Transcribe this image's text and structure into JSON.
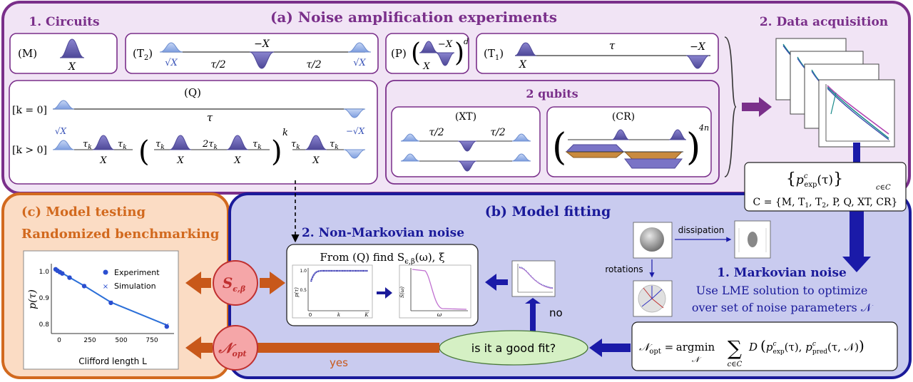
{
  "panel_a": {
    "title": "(a) Noise amplification experiments",
    "circuits_title": "1. Circuits",
    "data_acq_title": "2. Data acquisition",
    "circuit_M": {
      "label": "(M)",
      "gate": "X"
    },
    "circuit_T2": {
      "label": "(T",
      "sub": "2",
      "close": ")",
      "sqrt_left": "√X",
      "tau_left": "τ/2",
      "minus_x": "−X",
      "tau_right": "τ/2",
      "sqrt_right": "√X"
    },
    "circuit_P": {
      "label": "(P)",
      "gate_x": "X",
      "gate_mx": "−X",
      "power": "d"
    },
    "circuit_T1": {
      "label": "(T",
      "sub": "1",
      "close": ")",
      "gate_x": "X",
      "tau": "τ",
      "gate_mx": "−X"
    },
    "circuit_Q": {
      "label": "(Q)",
      "k0": "[k = 0]",
      "tau": "τ",
      "kpos": "[k > 0]",
      "sqrt_left": "√X",
      "tau_k": "τ",
      "tau_k_sub": "k",
      "x": "X",
      "two_tau_k": "2τ",
      "power_k": "k",
      "minus_sqrt": "−√X"
    },
    "two_qubits": {
      "title": "2 qubits",
      "xt_label": "(XT)",
      "xt_tau_left": "τ/2",
      "xt_tau_right": "τ/2",
      "cr_label": "(CR)",
      "cr_power": "4n"
    },
    "dataset": {
      "p_symbol": "p",
      "p_sup": "c",
      "p_sub": "exp",
      "tau_arg": "(τ)",
      "index": "c∈C",
      "set_eq": "C = {M, T",
      "set_t1": "1",
      "set_mid": ", T",
      "set_t2": "2",
      "set_rest": ", P, Q, XT, CR}"
    }
  },
  "panel_b": {
    "title": "(b) Model fitting",
    "non_markov_title": "2. Non-Markovian noise",
    "from_q_text": "From (Q) find S",
    "from_q_sub": "ϵ,β",
    "from_q_rest": "(ω), ξ",
    "plot_left": {
      "ylabel": "p(τ)",
      "xtick_0": "0",
      "xtick_k": "k",
      "xtick_K": "K",
      "ytick_1": "1.0",
      "ytick_05": "0.5"
    },
    "plot_right": {
      "ylabel": "S(ω)",
      "xlabel": "ω"
    },
    "markov_title": "1. Markovian noise",
    "markov_text_1": "Use LME solution to optimize",
    "markov_text_2": "over set of noise parameters 𝒩",
    "dissipation_label": "dissipation",
    "rotations_label": "rotations",
    "no_label": "no",
    "yes_label": "yes",
    "decision_label": "is it a good fit?",
    "formula": {
      "lhs": "𝒩",
      "lhs_sub": "opt",
      "eq": " = ",
      "argmin": "argmin",
      "argmin_sub": "𝒩",
      "sum": "∑",
      "sum_sub": "c∈C",
      "D": "D",
      "p1": "p",
      "p1_sup": "c",
      "p1_sub": "exp",
      "p1_arg": "(τ), ",
      "p2": "p",
      "p2_sup": "c",
      "p2_sub": "pred",
      "p2_arg": "(τ, 𝒩)"
    }
  },
  "panel_c": {
    "title": "(c) Model testing",
    "subtitle": "Randomized benchmarking",
    "ylabel": "p(τ)",
    "xlabel": "Clifford length L",
    "legend_experiment": "Experiment",
    "legend_simulation": "Simulation",
    "yticks": [
      "1.0",
      "0.9",
      "0.8"
    ],
    "xticks": [
      "0",
      "250",
      "500",
      "750"
    ],
    "s_badge": "S",
    "s_badge_sub": "ϵ,β",
    "n_badge": "𝒩",
    "n_badge_sub": "opt"
  },
  "chart_data": {
    "type": "scatter",
    "series": [
      {
        "name": "Experiment",
        "x": [
          5,
          20,
          40,
          60,
          120,
          240,
          460,
          920
        ],
        "y": [
          0.99,
          0.985,
          0.98,
          0.975,
          0.96,
          0.93,
          0.87,
          0.785
        ]
      },
      {
        "name": "Simulation",
        "x": [
          5,
          20,
          40,
          60,
          120,
          240,
          460,
          920
        ],
        "y": [
          0.99,
          0.986,
          0.981,
          0.976,
          0.961,
          0.931,
          0.872,
          0.79
        ]
      }
    ],
    "xlabel": "Clifford length L",
    "ylabel": "p(τ)",
    "xlim": [
      -30,
      980
    ],
    "ylim": [
      0.76,
      1.01
    ]
  },
  "colors": {
    "purple_border": "#7a2f8a",
    "purple_fill": "#f1e4f5",
    "blue_border": "#1a1a9a",
    "blue_fill": "#c9cbef",
    "orange_border": "#d2691e",
    "orange_fill": "#fbdcc4",
    "arrow_orange": "#c8581a",
    "arrow_blue": "#1a1aa8",
    "pulse_dark": "#6a64b5",
    "pulse_light": "#9bb4e6"
  }
}
